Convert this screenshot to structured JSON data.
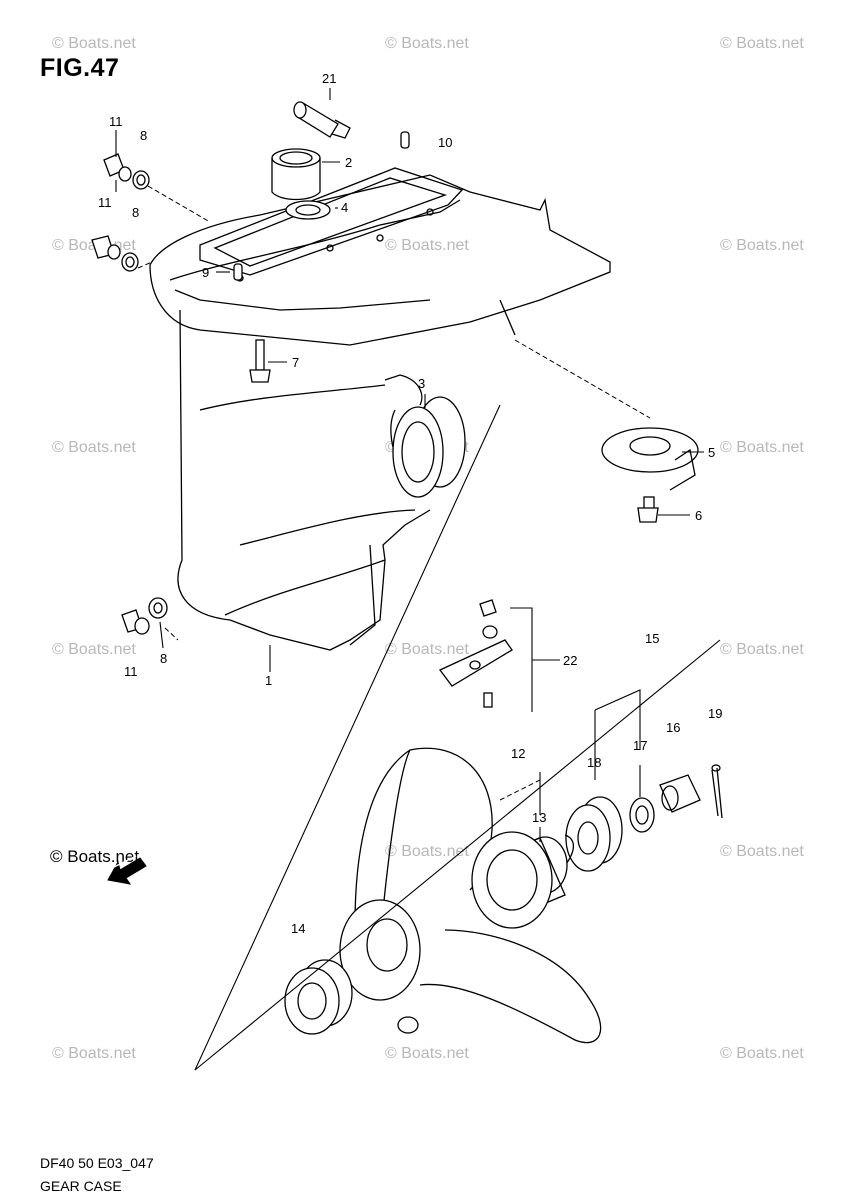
{
  "figure": {
    "title": "FIG.47",
    "model_code": "DF40 50 E03_047",
    "name": "GEAR CASE"
  },
  "watermark": {
    "text": "© Boats.net"
  },
  "callouts": [
    "21",
    "2",
    "10",
    "11",
    "8",
    "11",
    "8",
    "4",
    "9",
    "7",
    "3",
    "5",
    "6",
    "1",
    "11",
    "8",
    "22",
    "15",
    "12",
    "18",
    "17",
    "16",
    "19",
    "13",
    "14"
  ],
  "arrow_icon": "front-arrow-icon"
}
